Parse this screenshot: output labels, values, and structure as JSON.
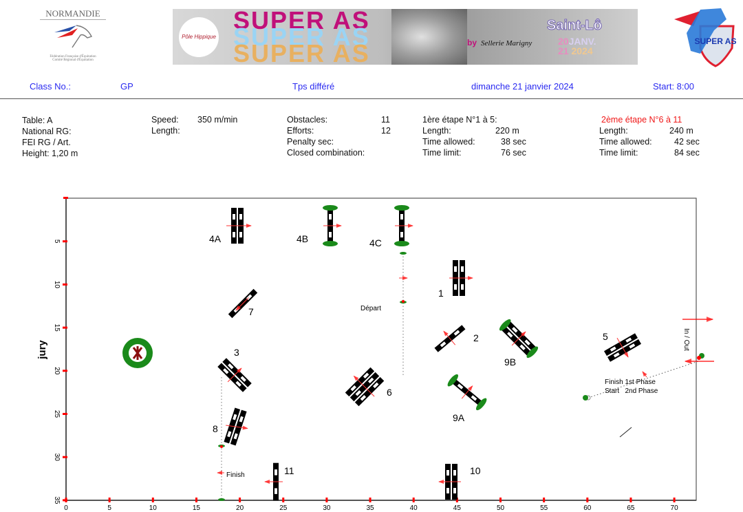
{
  "logos": {
    "left": {
      "title": "NORMANDIE",
      "line1": "Fédération Française d'Équitation",
      "line2": "Comité Régional d'Équitation"
    },
    "banner": {
      "text": "SUPER AS",
      "by": "by",
      "sponsor": "Sellerie Marigny",
      "city": "Saint-Lô",
      "date_a": "20",
      "month": "JANV.",
      "date_b": "21",
      "year": "2024",
      "badge": "Pôle Hippique"
    },
    "right": {
      "text": "SUPER AS"
    }
  },
  "header": {
    "class_label": "Class No.:",
    "class_value": "GP",
    "type": "Tps différé",
    "date": "dimanche 21 janvier 2024",
    "start": "Start: 8:00"
  },
  "info": {
    "col1": [
      "Table: A",
      "National RG:",
      "FEI RG / Art.",
      "Height: 1,20 m"
    ],
    "speed_label": "Speed:",
    "speed_value": "350 m/min",
    "length_label": "Length:",
    "obstacles_label": "Obstacles:",
    "obstacles_value": "11",
    "efforts_label": "Efforts:",
    "efforts_value": "12",
    "penalty_label": "Penalty sec:",
    "closed_label": "Closed combination:",
    "phase1": {
      "title": "1ère étape N°1 à 5:",
      "length_label": "Length:",
      "length": "220 m",
      "ta_label": "Time allowed:",
      "ta": "38 sec",
      "tl_label": "Time limit:",
      "tl": "76 sec"
    },
    "phase2": {
      "title": "2ème étape N°6 à 11",
      "length_label": "Length:",
      "length": "240 m",
      "ta_label": "Time allowed:",
      "ta": "42 sec",
      "tl_label": "Time limit:",
      "tl": "84 sec"
    }
  },
  "plan": {
    "y_axis_label": "jury",
    "x_ticks": [
      "0",
      "5",
      "10",
      "15",
      "20",
      "25",
      "30",
      "35",
      "40",
      "45",
      "50",
      "55",
      "60",
      "65",
      "70"
    ],
    "y_ticks": [
      "5",
      "10",
      "15",
      "20",
      "25",
      "30",
      "35"
    ],
    "obstacles": {
      "o1": "1",
      "o2": "2",
      "o3": "3",
      "o4a": "4A",
      "o4b": "4B",
      "o4c": "4C",
      "o5": "5",
      "o6": "6",
      "o7": "7",
      "o8": "8",
      "o9a": "9A",
      "o9b": "9B",
      "o10": "10",
      "o11": "11"
    },
    "depart": "Départ",
    "finish": "Finish",
    "finish1": "Finish 1st Phase",
    "start2": "Start   2nd Phase",
    "in_out": "In / Out",
    "colors": {
      "arrow": "#ff0000",
      "plant": "#1a8a1a",
      "accent": "#2a2af0"
    }
  }
}
